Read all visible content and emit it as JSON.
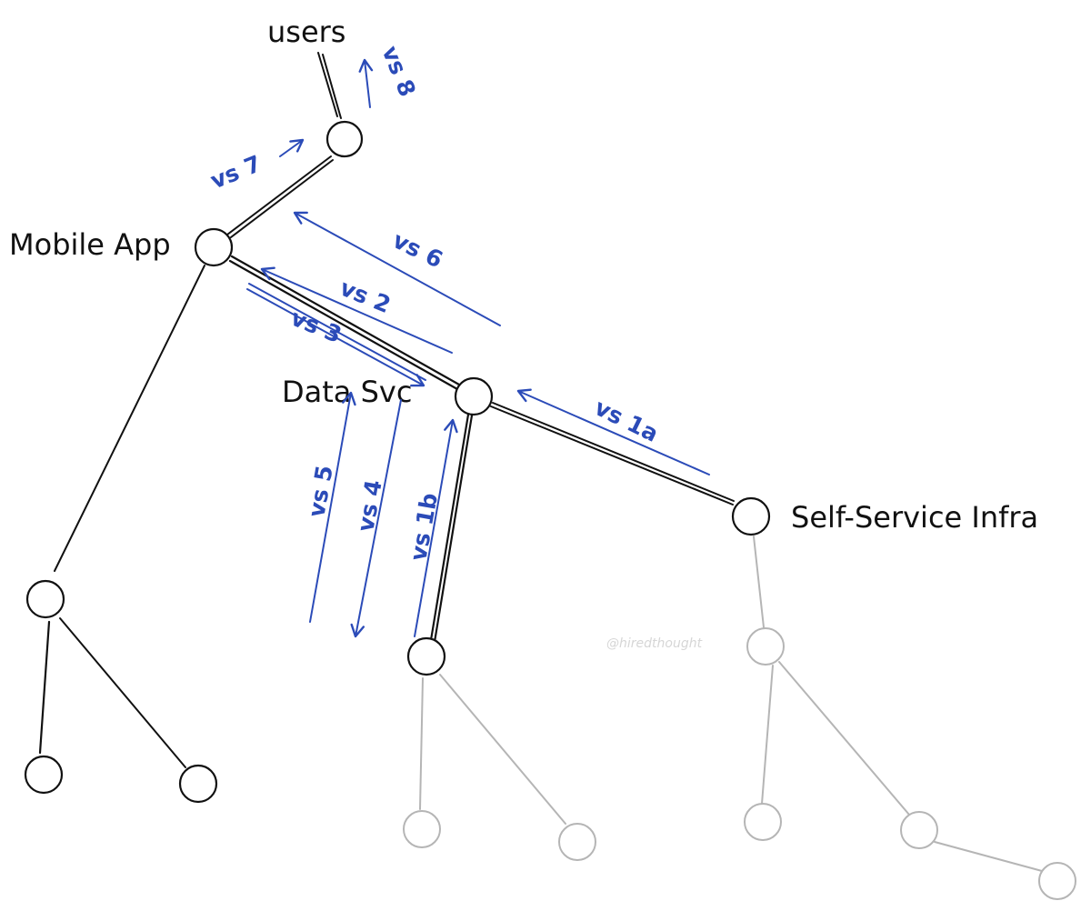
{
  "colors": {
    "ink": "#111111",
    "faded": "#b5b5b5",
    "annotation": "#2b4bb8",
    "watermark": "#d6d6d6"
  },
  "labels": {
    "users": "users",
    "mobile_app": "Mobile App",
    "data_svc": "Data Svc",
    "self_service_infra": "Self-Service Infra"
  },
  "watermark": "@hiredthought",
  "value_streams": {
    "vs1a": "vs 1a",
    "vs1b": "vs 1b",
    "vs2": "vs 2",
    "vs3": "vs 3",
    "vs4": "vs 4",
    "vs5": "vs 5",
    "vs6": "vs 6",
    "vs7": "vs 7",
    "vs8": "vs 8"
  }
}
